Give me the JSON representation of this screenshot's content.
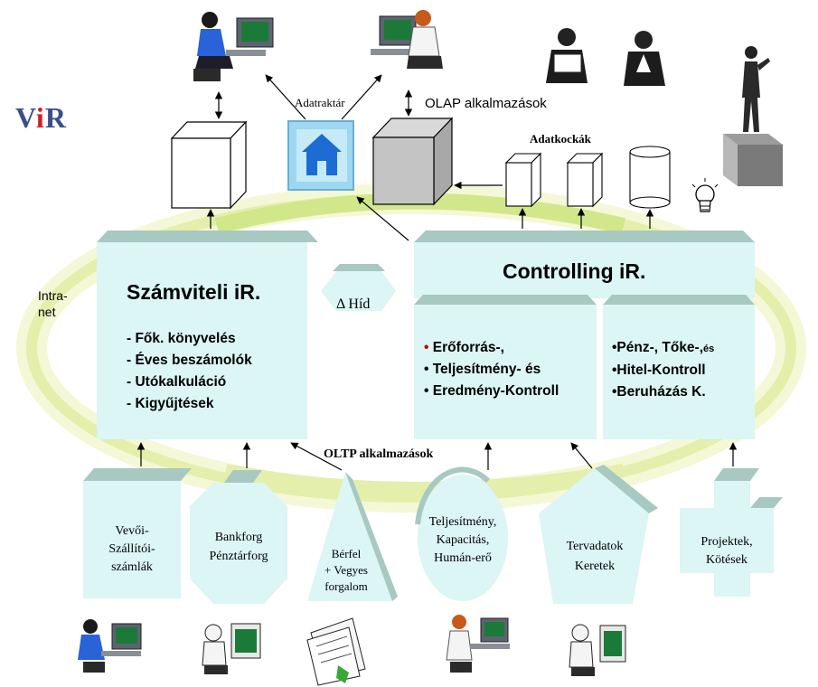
{
  "logo": {
    "v": "V",
    "i": "i",
    "r": "R"
  },
  "top_labels": {
    "data_warehouse": "Adatraktár",
    "olap": "OLAP alkalmazások",
    "data_cubes": "Adatkockák"
  },
  "side_label": {
    "line1": "Intra-",
    "line2": "net"
  },
  "accounting": {
    "title": "Számviteli iR.",
    "items": [
      "- Fők. könyvelés",
      "- Éves  beszámolók",
      "- Utókalkuláció",
      "- Kigyűjtések"
    ]
  },
  "bridge": {
    "label": "Δ Híd"
  },
  "controlling": {
    "title": "Controlling  iR.",
    "left_bullet": "•",
    "left_items": [
      "Erőforrás-,",
      "• Teljesítmény- és",
      "• Eredmény-Kontroll"
    ],
    "right_items": [
      "•Pénz-, Tőke-,",
      "•Hitel-Kontroll",
      "•Beruházás K."
    ],
    "right_suffix": "és"
  },
  "oltp": {
    "label": "OLTP alkalmazások"
  },
  "sources": [
    {
      "lines": [
        "Vevői-",
        "Szállítói-",
        "számlák"
      ]
    },
    {
      "lines": [
        "Bankforg",
        "Pénztárforg"
      ]
    },
    {
      "lines": [
        "Bérfel",
        "+ Vegyes",
        "forgalom"
      ]
    },
    {
      "lines": [
        "Teljesítmény,",
        "Kapacitás,",
        "Humán-erő"
      ]
    },
    {
      "lines": [
        "Tervadatok",
        "Keretek"
      ]
    },
    {
      "lines": [
        "Projektek,",
        "Kötések"
      ]
    }
  ],
  "colors": {
    "box_fill": "#dcf5f5",
    "box_top": "#a8c8c2",
    "ring_outer": "#f2f7d0",
    "ring_inner": "#d4ea8c",
    "arrow": "#000000",
    "logo_blue": "#3a4f8c",
    "logo_red": "#d0202a",
    "house_blue": "#1c6cd4"
  },
  "icons": [
    "computer-user-icon",
    "house-icon",
    "document-stack-icon",
    "business-person-icon",
    "light-bulb-icon",
    "cylinder-icon"
  ]
}
